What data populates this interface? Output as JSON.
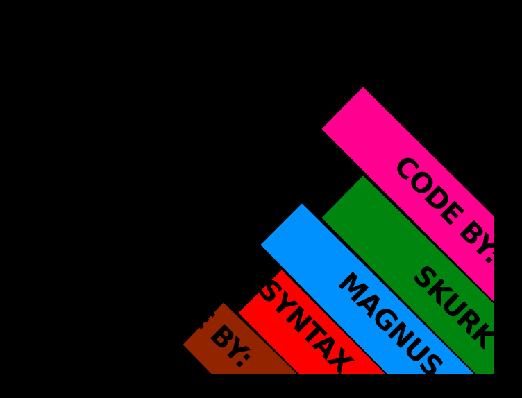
{
  "screen": {
    "background_color": "#000000"
  },
  "credits": {
    "code_label": "CODE BY:",
    "code_author": "SKURK",
    "magnus_label": "MAGNUS",
    "syntax_label": "SYNTAX",
    "music_label": "E BY:"
  },
  "colors": {
    "pink": "#ff0090",
    "green": "#00860f",
    "blue": "#0091ff",
    "red": "#ff0000",
    "brown": "#922400",
    "text": "#000000"
  }
}
